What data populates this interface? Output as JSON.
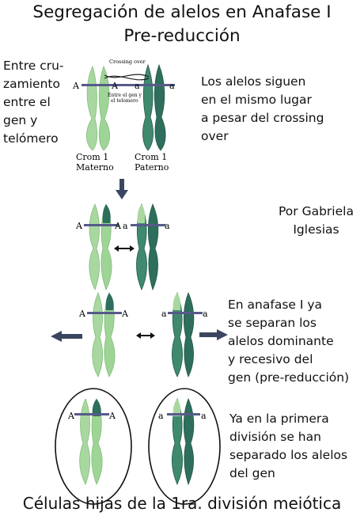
{
  "title": {
    "line1": "Segregación de alelos en Anafase I",
    "line2": "Pre-reducción"
  },
  "notes": {
    "left": "Entre cru-\nzamiento\nentre el\ngen y\ntelómero",
    "right": "Los alelos siguen\nen el mismo lugar\na pesar del crossing\nover",
    "author": "Por Gabriela\nIglesias",
    "anaphase": "En anafase I ya\nse separan los\nalelos dominante\ny recesivo del\ngen (pre-reducción)",
    "division": "Ya en la primera\ndivisión se han\nseparado los alelos\ndel gen",
    "bottom": "Células hijas de la 1ra. división meiótica"
  },
  "diagram": {
    "crossing_over_label": "Crossing over",
    "gene_telomere_label": "Entre el gen y\nel telomero",
    "maternal_label": "Crom 1\nMaterno",
    "paternal_label": "Crom 1\nPaterno",
    "dominant_allele": "A",
    "recessive_allele": "a"
  },
  "colors": {
    "maternal": "#a8d8a0",
    "paternal": "#2e6e5c",
    "gene_band": "#565a8a",
    "arrow": "#3a4660"
  }
}
